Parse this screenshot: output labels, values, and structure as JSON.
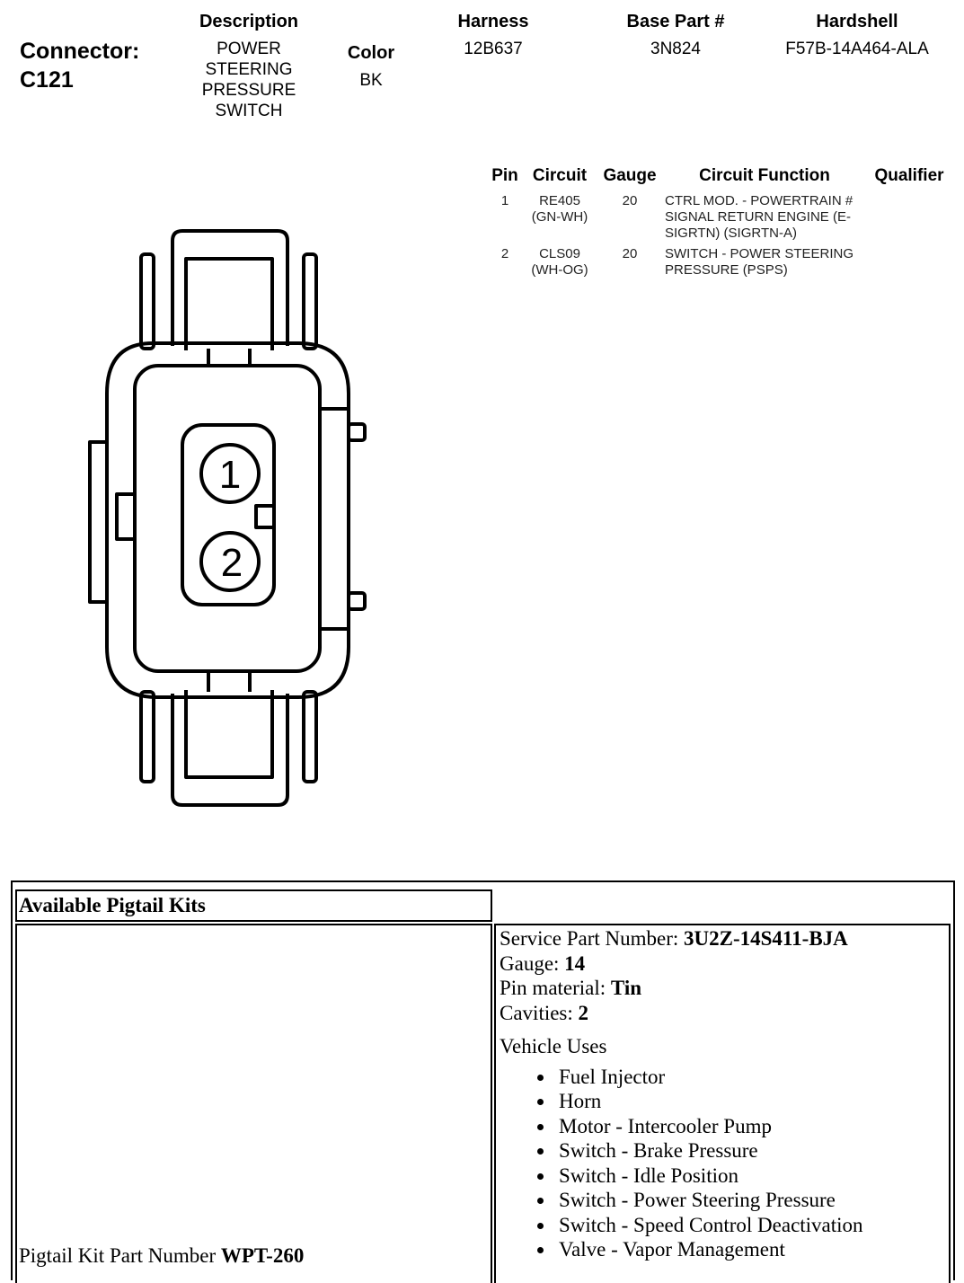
{
  "connector": {
    "label": "Connector:",
    "id": "C121"
  },
  "header": {
    "description_label": "Description",
    "description_lines": [
      "POWER",
      "STEERING",
      "PRESSURE",
      "SWITCH"
    ],
    "color_label": "Color",
    "color_value": "BK",
    "harness_label": "Harness",
    "harness_value": "12B637",
    "base_part_label": "Base Part #",
    "base_part_value": "3N824",
    "hardshell_label": "Hardshell",
    "hardshell_value": "F57B-14A464-ALA"
  },
  "pin_table": {
    "headers": [
      "Pin",
      "Circuit",
      "Gauge",
      "Circuit Function",
      "Qualifier"
    ],
    "rows": [
      {
        "pin": "1",
        "circuit": [
          "RE405",
          "(GN-WH)"
        ],
        "gauge": "20",
        "function": [
          "CTRL MOD. - POWERTRAIN #",
          "SIGNAL RETURN ENGINE (E-",
          "SIGRTN) (SIGRTN-A)"
        ],
        "qualifier": ""
      },
      {
        "pin": "2",
        "circuit": [
          "CLS09",
          "(WH-OG)"
        ],
        "gauge": "20",
        "function": [
          "SWITCH - POWER STEERING",
          "PRESSURE (PSPS)"
        ],
        "qualifier": ""
      }
    ]
  },
  "diagram": {
    "pin_labels": [
      "1",
      "2"
    ]
  },
  "pigtail": {
    "title": "Available Pigtail Kits",
    "kit_part_label": "Pigtail Kit Part Number ",
    "kit_part_value": "WPT-260",
    "service_part_label": "Service Part Number: ",
    "service_part_value": "3U2Z-14S411-BJA",
    "gauge_label": "Gauge: ",
    "gauge_value": "14",
    "pin_material_label": "Pin material: ",
    "pin_material_value": "Tin",
    "cavities_label": "Cavities: ",
    "cavities_value": "2",
    "vehicle_uses_label": "Vehicle Uses",
    "vehicle_uses": [
      "Fuel Injector",
      "Horn",
      "Motor - Intercooler Pump",
      "Switch - Brake Pressure",
      "Switch - Idle Position",
      "Switch - Power Steering Pressure",
      "Switch - Speed Control Deactivation",
      "Valve - Vapor Management"
    ]
  }
}
